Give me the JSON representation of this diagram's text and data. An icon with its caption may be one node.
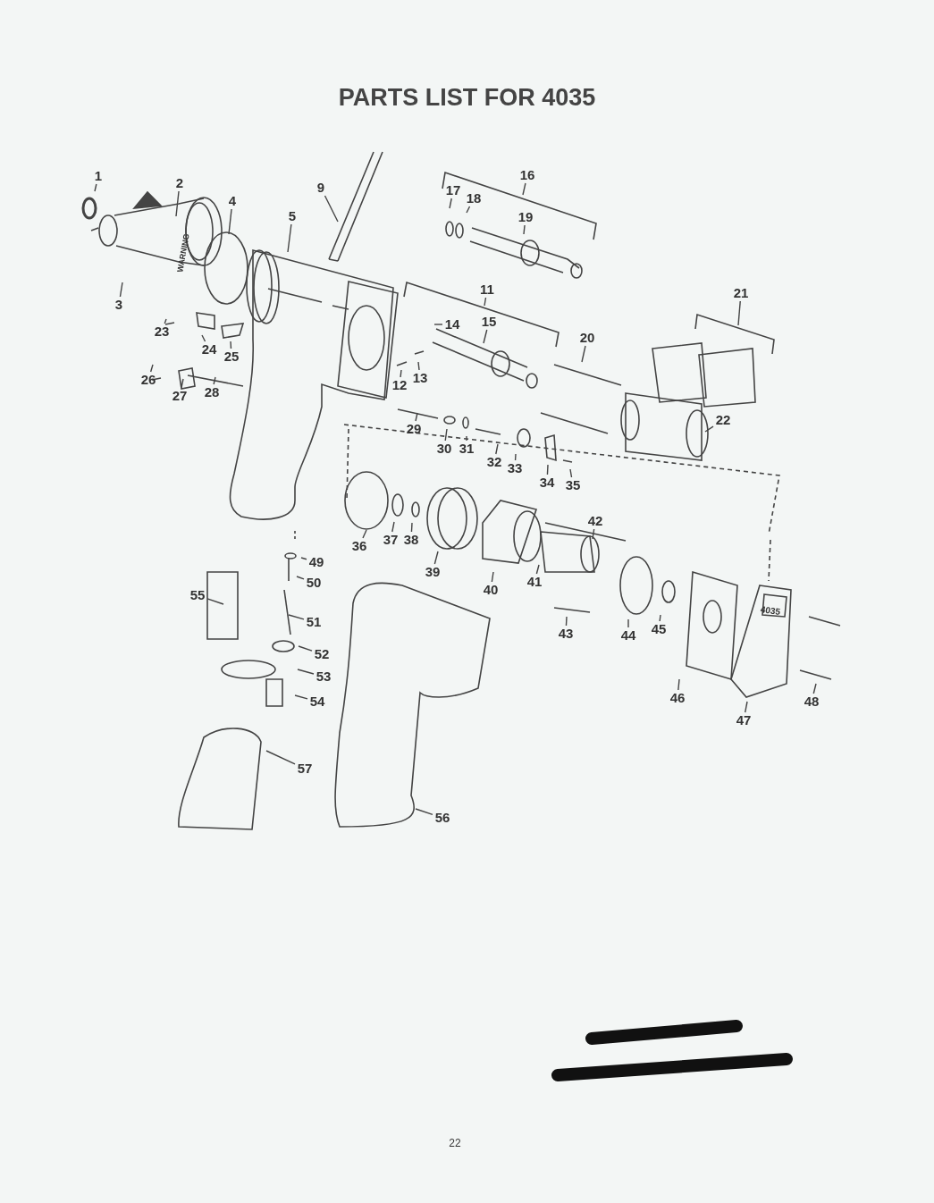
{
  "diagram": {
    "title": "PARTS LIST FOR 4035",
    "nodes": [
      {
        "text": [
          "1"
        ]
      },
      {
        "text": [
          "2"
        ]
      },
      {
        "text": [
          "3"
        ]
      },
      {
        "text": [
          "4"
        ]
      },
      {
        "text": [
          "5"
        ]
      },
      {
        "text": [
          "9"
        ]
      },
      {
        "text": [
          "11"
        ]
      },
      {
        "text": [
          "12"
        ]
      },
      {
        "text": [
          "13"
        ]
      },
      {
        "text": [
          "14"
        ]
      },
      {
        "text": [
          "15"
        ]
      },
      {
        "text": [
          "16"
        ]
      },
      {
        "text": [
          "17"
        ]
      },
      {
        "text": [
          "18"
        ]
      },
      {
        "text": [
          "19"
        ]
      },
      {
        "text": [
          "20"
        ]
      },
      {
        "text": [
          "21"
        ]
      },
      {
        "text": [
          "22"
        ]
      },
      {
        "text": [
          "23"
        ]
      },
      {
        "text": [
          "24"
        ]
      },
      {
        "text": [
          "25"
        ]
      },
      {
        "text": [
          "26"
        ]
      },
      {
        "text": [
          "27"
        ]
      },
      {
        "text": [
          "28"
        ]
      },
      {
        "text": [
          "29"
        ]
      },
      {
        "text": [
          "30"
        ]
      },
      {
        "text": [
          "31"
        ]
      },
      {
        "text": [
          "32"
        ]
      },
      {
        "text": [
          "33"
        ]
      },
      {
        "text": [
          "34"
        ]
      },
      {
        "text": [
          "35"
        ]
      },
      {
        "text": [
          "36"
        ]
      },
      {
        "text": [
          "37"
        ]
      },
      {
        "text": [
          "38"
        ]
      },
      {
        "text": [
          "39"
        ]
      },
      {
        "text": [
          "40"
        ]
      },
      {
        "text": [
          "41"
        ]
      },
      {
        "text": [
          "42"
        ]
      },
      {
        "text": [
          "43"
        ]
      },
      {
        "text": [
          "44"
        ]
      },
      {
        "text": [
          "45"
        ]
      },
      {
        "text": [
          "46"
        ]
      },
      {
        "text": [
          "47"
        ]
      },
      {
        "text": [
          "48"
        ]
      },
      {
        "text": [
          "49"
        ]
      },
      {
        "text": [
          "50"
        ]
      },
      {
        "text": [
          "51"
        ]
      },
      {
        "text": [
          "52"
        ]
      },
      {
        "text": [
          "53"
        ]
      },
      {
        "text": [
          "54"
        ]
      },
      {
        "text": [
          "55"
        ]
      },
      {
        "text": [
          "56"
        ]
      },
      {
        "text": [
          "57"
        ]
      }
    ],
    "edges": [
      {
        "from": 0,
        "to": null,
        "arrow": "none"
      },
      {
        "from": 1,
        "to": null,
        "arrow": "none"
      },
      {
        "from": 2,
        "to": null,
        "arrow": "none"
      },
      {
        "from": 3,
        "to": null,
        "arrow": "none"
      },
      {
        "from": 4,
        "to": null,
        "arrow": "none"
      },
      {
        "from": 5,
        "to": null,
        "arrow": "none"
      },
      {
        "from": 6,
        "to": null,
        "arrow": "none"
      },
      {
        "from": 7,
        "to": null,
        "arrow": "none"
      },
      {
        "from": 8,
        "to": null,
        "arrow": "none"
      },
      {
        "from": 9,
        "to": null,
        "arrow": "none"
      },
      {
        "from": 10,
        "to": null,
        "arrow": "none"
      },
      {
        "from": 11,
        "to": null,
        "arrow": "none"
      },
      {
        "from": 12,
        "to": null,
        "arrow": "none"
      },
      {
        "from": 13,
        "to": null,
        "arrow": "none"
      },
      {
        "from": 14,
        "to": null,
        "arrow": "none"
      },
      {
        "from": 15,
        "to": null,
        "arrow": "none"
      },
      {
        "from": 16,
        "to": null,
        "arrow": "none"
      },
      {
        "from": 17,
        "to": null,
        "arrow": "none"
      },
      {
        "from": 18,
        "to": null,
        "arrow": "none"
      },
      {
        "from": 19,
        "to": null,
        "arrow": "none"
      },
      {
        "from": 20,
        "to": null,
        "arrow": "none"
      },
      {
        "from": 21,
        "to": null,
        "arrow": "none"
      },
      {
        "from": 22,
        "to": null,
        "arrow": "none"
      },
      {
        "from": 23,
        "to": null,
        "arrow": "none"
      },
      {
        "from": 24,
        "to": null,
        "arrow": "none"
      },
      {
        "from": 25,
        "to": null,
        "arrow": "none"
      },
      {
        "from": 26,
        "to": null,
        "arrow": "none"
      },
      {
        "from": 27,
        "to": null,
        "arrow": "none"
      },
      {
        "from": 28,
        "to": null,
        "arrow": "none"
      },
      {
        "from": 29,
        "to": null,
        "arrow": "none"
      },
      {
        "from": 30,
        "to": null,
        "arrow": "none"
      },
      {
        "from": 31,
        "to": null,
        "arrow": "none"
      },
      {
        "from": 32,
        "to": null,
        "arrow": "none"
      },
      {
        "from": 33,
        "to": null,
        "arrow": "none"
      },
      {
        "from": 34,
        "to": null,
        "arrow": "none"
      },
      {
        "from": 35,
        "to": null,
        "arrow": "none"
      },
      {
        "from": 36,
        "to": null,
        "arrow": "none"
      },
      {
        "from": 37,
        "to": null,
        "arrow": "none"
      },
      {
        "from": 38,
        "to": null,
        "arrow": "none"
      },
      {
        "from": 39,
        "to": null,
        "arrow": "none"
      },
      {
        "from": 40,
        "to": null,
        "arrow": "none"
      },
      {
        "from": 41,
        "to": null,
        "arrow": "none"
      },
      {
        "from": 42,
        "to": null,
        "arrow": "none"
      },
      {
        "from": 43,
        "to": null,
        "arrow": "none"
      },
      {
        "from": 44,
        "to": null,
        "arrow": "none"
      },
      {
        "from": 45,
        "to": null,
        "arrow": "none"
      },
      {
        "from": 46,
        "to": null,
        "arrow": "none"
      },
      {
        "from": 47,
        "to": null,
        "arrow": "none"
      },
      {
        "from": 48,
        "to": null,
        "arrow": "none"
      },
      {
        "from": 49,
        "to": null,
        "arrow": "none"
      },
      {
        "from": 50,
        "to": null,
        "arrow": "none"
      },
      {
        "from": 51,
        "to": null,
        "arrow": "none"
      },
      {
        "from": 52,
        "to": null,
        "arrow": "none"
      }
    ],
    "labels": [
      "WARNING",
      "4035",
      "22"
    ]
  }
}
